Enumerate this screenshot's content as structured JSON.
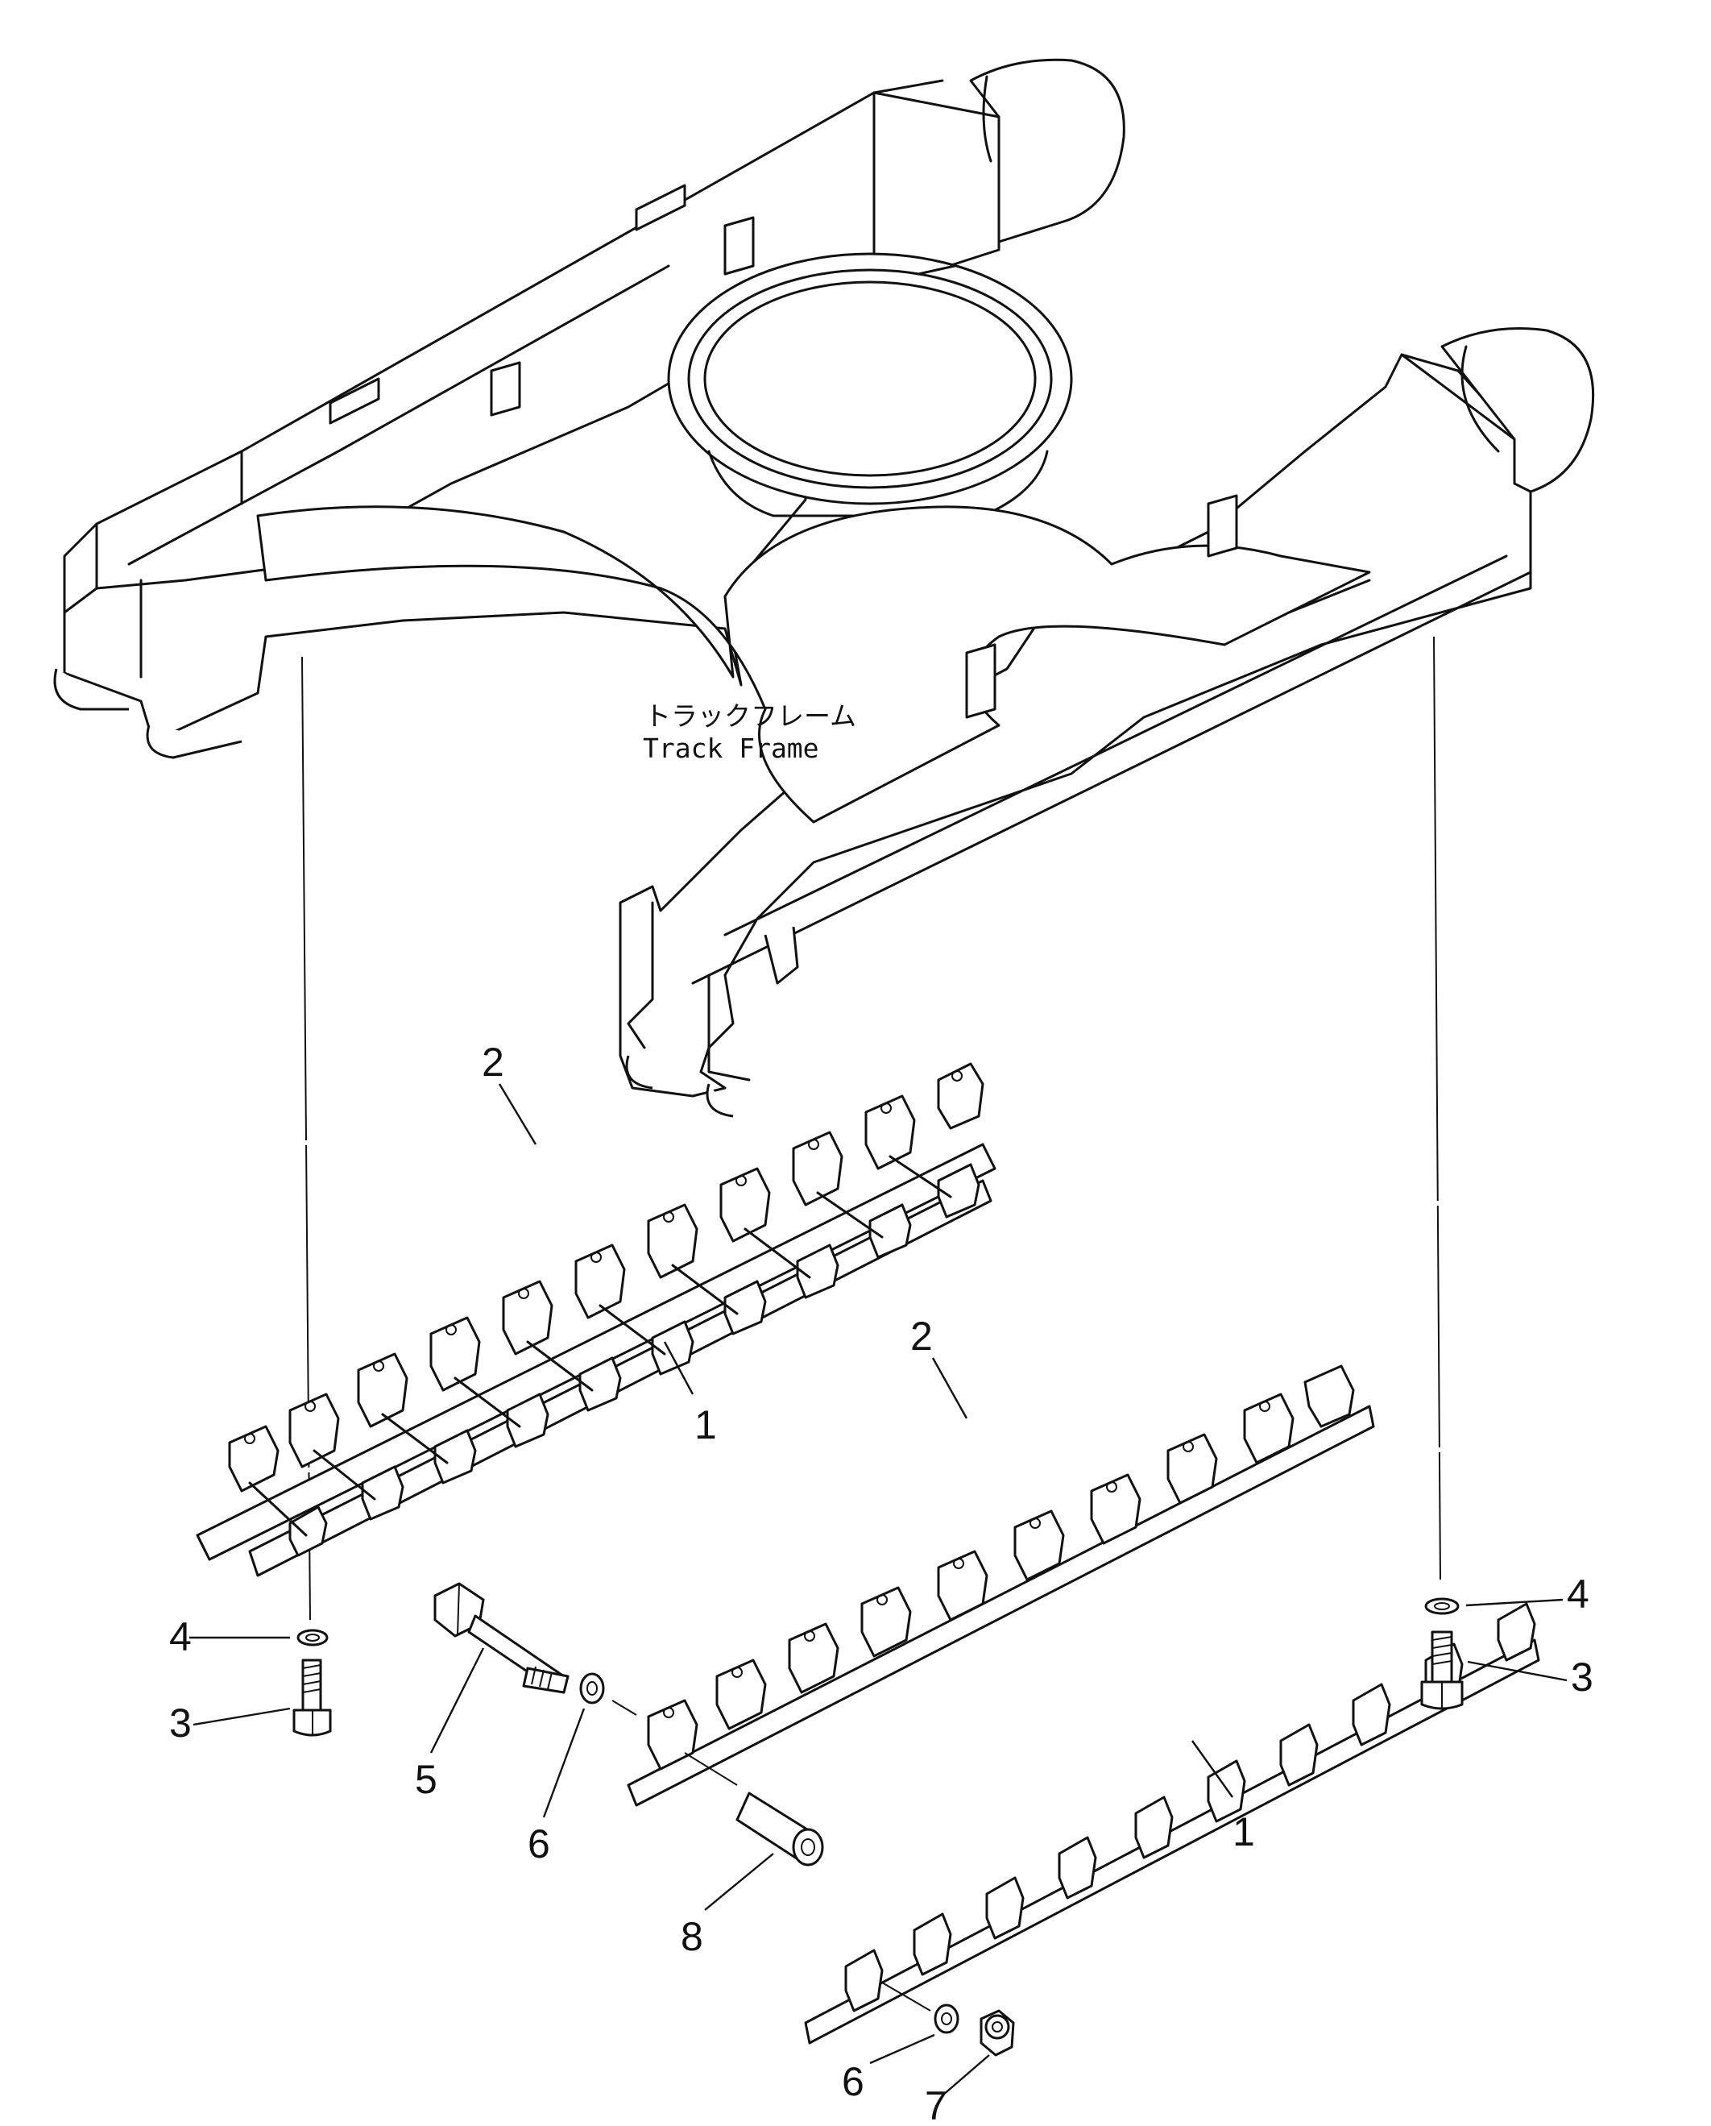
{
  "frame_label": {
    "japanese": "トラックフレーム",
    "english": "Track Frame"
  },
  "callouts": [
    "1",
    "2",
    "3",
    "4",
    "5",
    "6",
    "7",
    "8"
  ],
  "placements": [
    {
      "id": "1",
      "label": "1"
    },
    {
      "id": "2",
      "label": "2"
    },
    {
      "id": "3",
      "label": "3"
    },
    {
      "id": "4",
      "label": "4"
    },
    {
      "id": "5",
      "label": "5"
    },
    {
      "id": "6",
      "label": "6"
    },
    {
      "id": "7",
      "label": "7"
    },
    {
      "id": "8",
      "label": "8"
    },
    {
      "id": "1",
      "label": "1"
    },
    {
      "id": "2",
      "label": "2"
    },
    {
      "id": "3",
      "label": "3"
    },
    {
      "id": "4",
      "label": "4"
    },
    {
      "id": "6",
      "label": "6"
    }
  ]
}
